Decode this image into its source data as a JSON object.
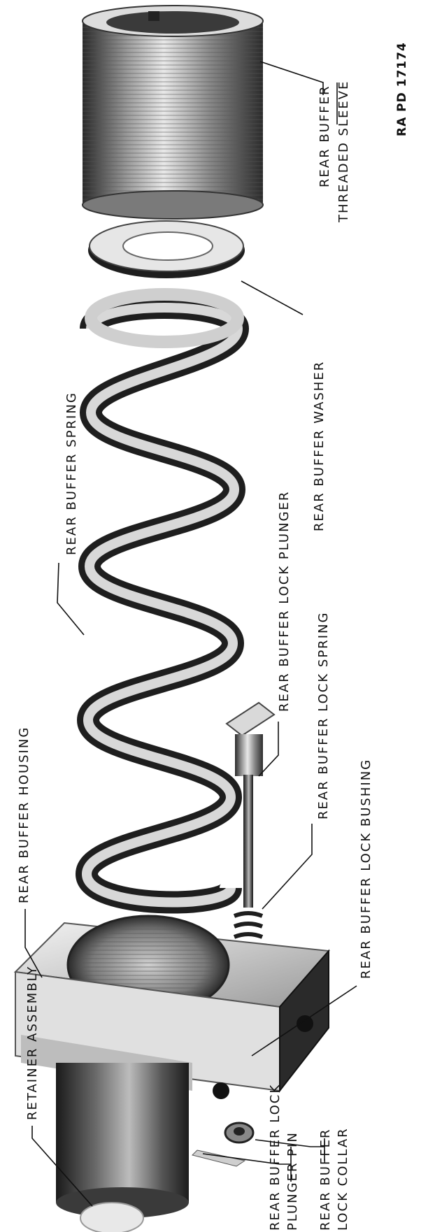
{
  "figure_id": "RA PD 17174",
  "labels": {
    "retainer_assembly": "RETAINER ASSEMBLY",
    "rear_buffer_lock_plunger_pin_1": "REAR BUFFER LOCK",
    "rear_buffer_lock_plunger_pin_2": "PLUNGER PIN",
    "rear_buffer_lock_collar_1": "REAR BUFFER",
    "rear_buffer_lock_collar_2": "LOCK COLLAR",
    "rear_buffer_housing": "REAR BUFFER HOUSING",
    "rear_buffer_spring": "REAR BUFFER SPRING",
    "rear_buffer_lock_bushing": "REAR BUFFER LOCK BUSHING",
    "rear_buffer_lock_spring": "REAR BUFFER LOCK SPRING",
    "rear_buffer_lock_plunger": "REAR BUFFER LOCK PLUNGER",
    "rear_buffer_washer": "REAR BUFFER WASHER",
    "rear_buffer_threaded_sleeve_1": "REAR BUFFER",
    "rear_buffer_threaded_sleeve_2": "THREADED SLEEVE"
  }
}
